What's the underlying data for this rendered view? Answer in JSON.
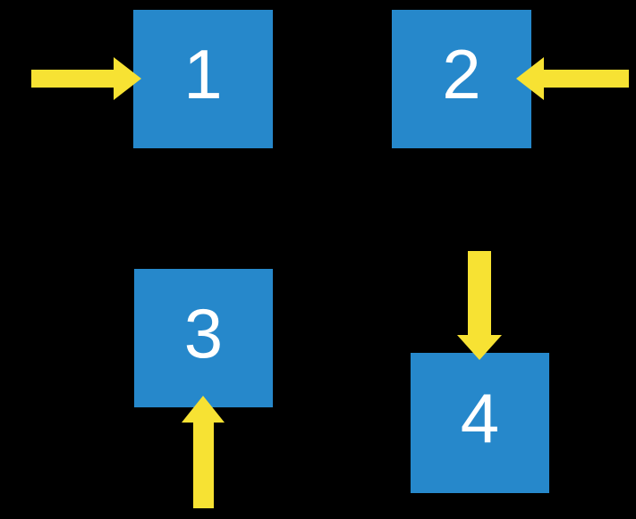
{
  "colors": {
    "background": "#000000",
    "square": "#2688cb",
    "arrow": "#f7e233",
    "label": "#ffffff"
  },
  "squares": [
    {
      "label": "1",
      "position": "top-left",
      "arrow_direction": "right"
    },
    {
      "label": "2",
      "position": "top-right",
      "arrow_direction": "left"
    },
    {
      "label": "3",
      "position": "bottom-left",
      "arrow_direction": "up"
    },
    {
      "label": "4",
      "position": "bottom-right",
      "arrow_direction": "down"
    }
  ],
  "arrows": [
    {
      "icon": "arrow-right-icon",
      "points_at_square": "1"
    },
    {
      "icon": "arrow-left-icon",
      "points_at_square": "2"
    },
    {
      "icon": "arrow-up-icon",
      "points_at_square": "3"
    },
    {
      "icon": "arrow-down-icon",
      "points_at_square": "4"
    }
  ]
}
